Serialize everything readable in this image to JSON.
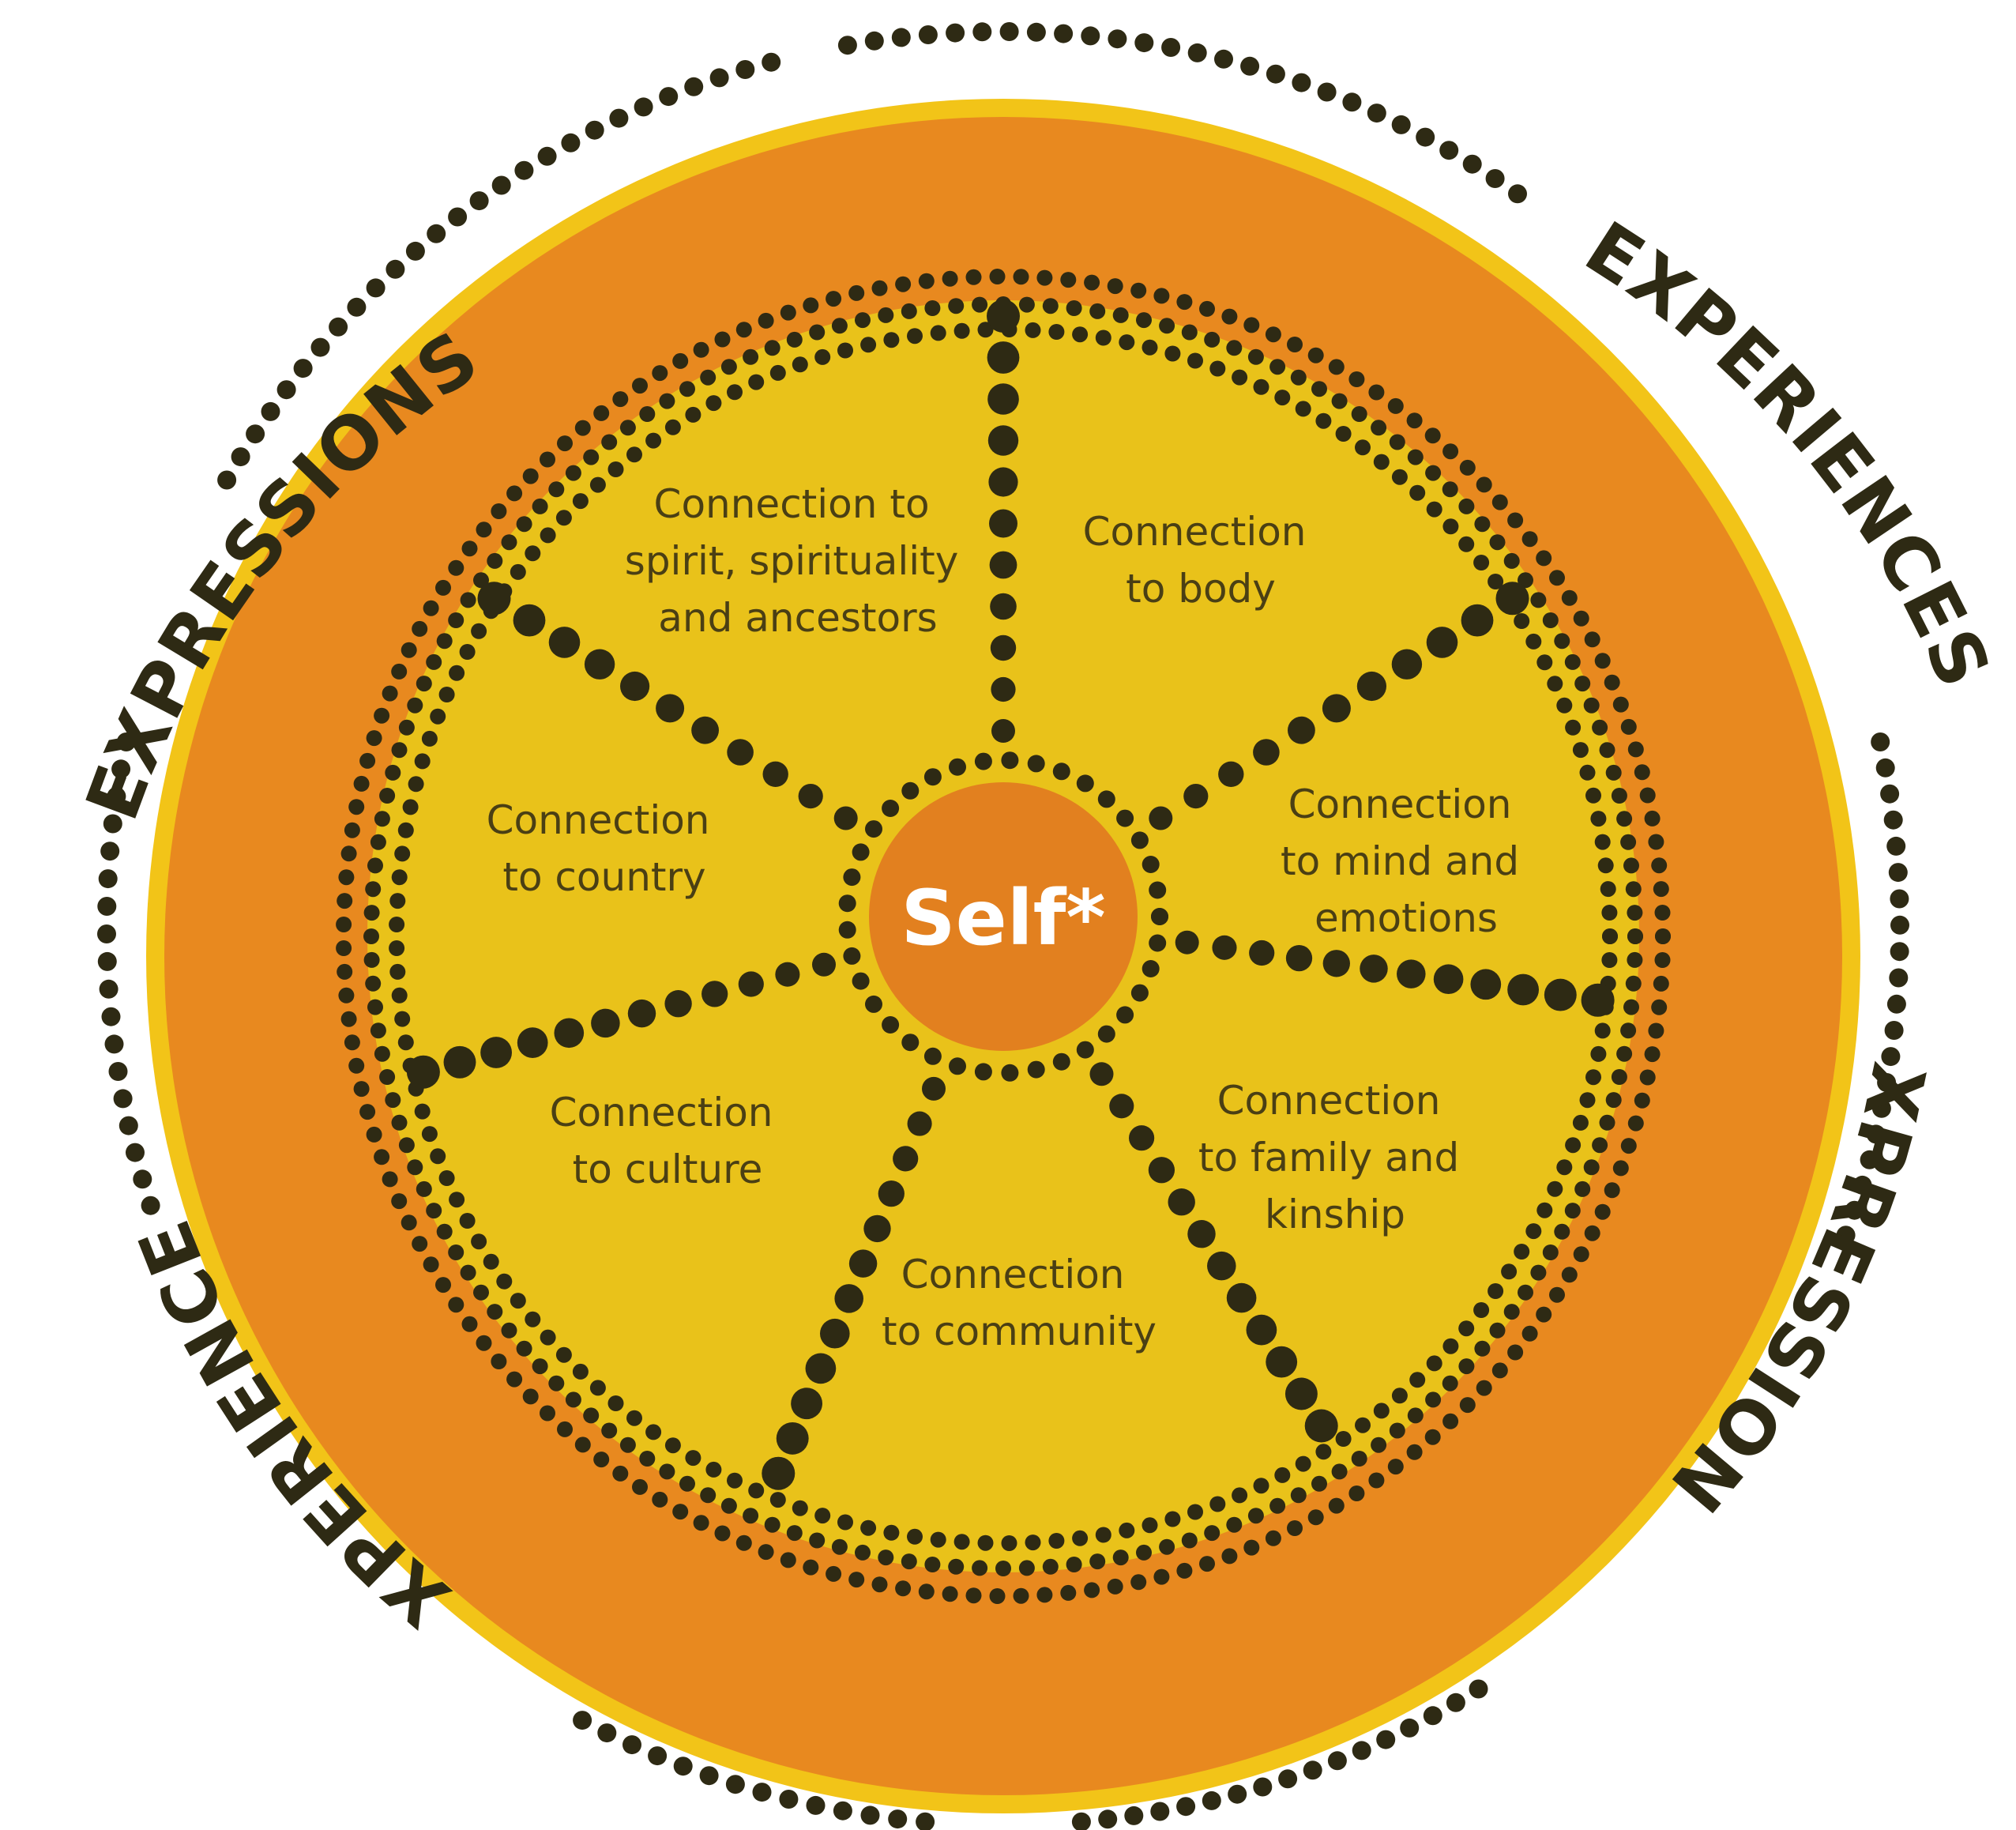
{
  "colors": {
    "outer_ring": "#e8891f",
    "outer_ring_edge": "#f2c418",
    "inner_disc": "#e9c21a",
    "center_disc": "#e2801f",
    "dots": "#2e2a14",
    "segment_text": "#4a3f14",
    "center_text": "#ffffff"
  },
  "center": {
    "label": "Self*"
  },
  "segments": [
    {
      "lines": [
        "Connection to",
        "spirit, spirituality",
        "and ancestors"
      ]
    },
    {
      "lines": [
        "Connection",
        "to body"
      ]
    },
    {
      "lines": [
        "Connection",
        "to mind and",
        "emotions"
      ]
    },
    {
      "lines": [
        "Connection",
        "to family and",
        "kinship"
      ]
    },
    {
      "lines": [
        "Connection",
        "to community"
      ]
    },
    {
      "lines": [
        "Connection",
        "to culture"
      ]
    },
    {
      "lines": [
        "Connection",
        "to country"
      ]
    }
  ],
  "outer_labels": {
    "expressions_top_left": "EXPRESSIONS",
    "experiences_top_right": "EXPERIENCES",
    "expressions_bottom_right": "EXPRESSIONS",
    "experiences_bottom_left": "EXPERIENCES"
  }
}
